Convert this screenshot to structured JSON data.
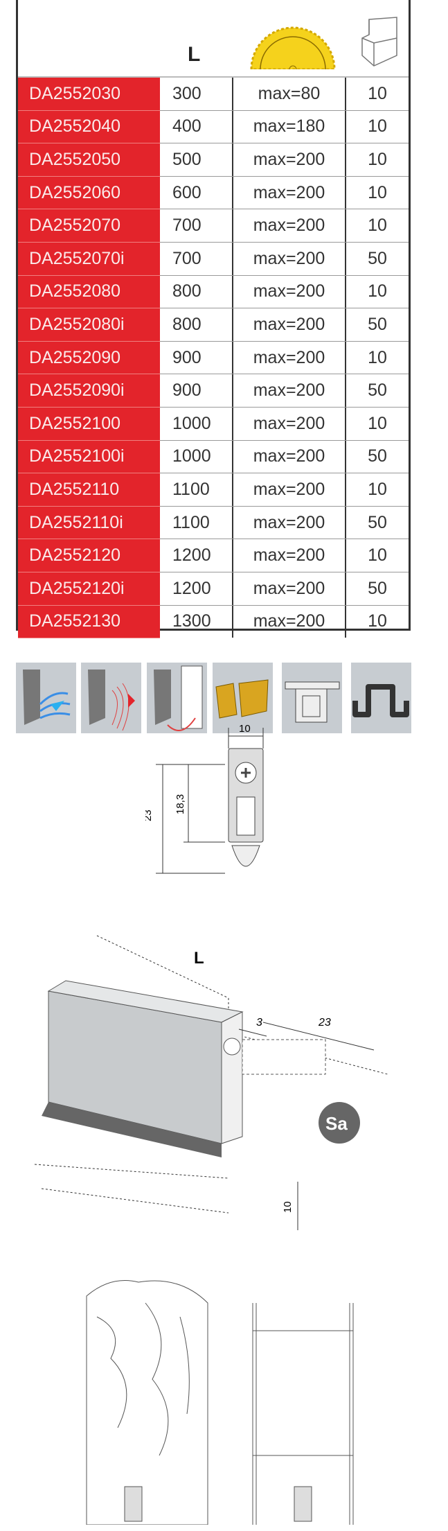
{
  "header": {
    "length_label": "L",
    "saw_icon": "saw-blade-icon",
    "box_icon": "packaging-box-icon"
  },
  "rows": [
    [
      "DA2552030",
      "300",
      "max=80",
      "10"
    ],
    [
      "DA2552040",
      "400",
      "max=180",
      "10"
    ],
    [
      "DA2552050",
      "500",
      "max=200",
      "10"
    ],
    [
      "DA2552060",
      "600",
      "max=200",
      "10"
    ],
    [
      "DA2552070",
      "700",
      "max=200",
      "10"
    ],
    [
      "DA2552070i",
      "700",
      "max=200",
      "50"
    ],
    [
      "DA2552080",
      "800",
      "max=200",
      "10"
    ],
    [
      "DA2552080i",
      "800",
      "max=200",
      "50"
    ],
    [
      "DA2552090",
      "900",
      "max=200",
      "10"
    ],
    [
      "DA2552090i",
      "900",
      "max=200",
      "50"
    ],
    [
      "DA2552100",
      "1000",
      "max=200",
      "10"
    ],
    [
      "DA2552100i",
      "1000",
      "max=200",
      "50"
    ],
    [
      "DA2552110",
      "1100",
      "max=200",
      "10"
    ],
    [
      "DA2552110i",
      "1100",
      "max=200",
      "50"
    ],
    [
      "DA2552120",
      "1200",
      "max=200",
      "10"
    ],
    [
      "DA2552120i",
      "1200",
      "max=200",
      "50"
    ],
    [
      "DA2552130",
      "1300",
      "max=200",
      "10"
    ]
  ],
  "feature_icons": [
    "draught-seal-icon",
    "sound-insulation-icon",
    "door-closing-icon",
    "wood-door-icon",
    "aluminium-frame-icon",
    "u-profile-icon"
  ],
  "profile_drawing": {
    "width": "10",
    "height": "23",
    "inner_height": "18,3"
  },
  "iso_drawing": {
    "length": "L",
    "offset": "3",
    "depth": "23",
    "drop": "10",
    "badge": "Sa"
  },
  "colors": {
    "red": "#e3242b",
    "yellow": "#f5d21c",
    "icon_bg": "#c7ccd1"
  }
}
